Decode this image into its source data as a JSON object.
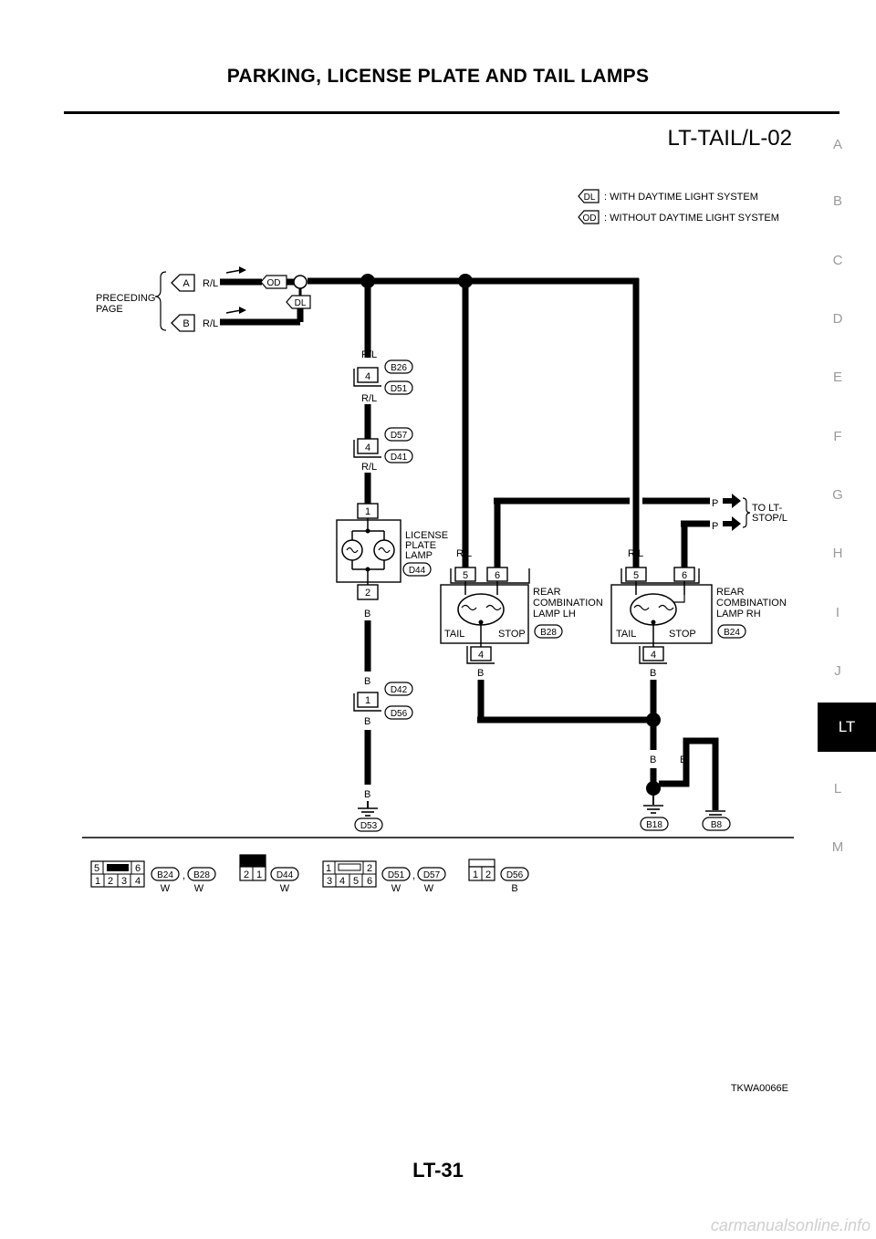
{
  "header": {
    "title": "PARKING, LICENSE PLATE AND TAIL LAMPS",
    "diagram_code": "LT-TAIL/L-02"
  },
  "side_index": {
    "letters": [
      "A",
      "B",
      "C",
      "D",
      "E",
      "F",
      "G",
      "H",
      "I",
      " J",
      "L",
      "M"
    ],
    "active_tab": "LT"
  },
  "legend": {
    "dl_badge": "DL",
    "dl_text": ": WITH DAYTIME LIGHT SYSTEM",
    "od_badge": "OD",
    "od_text": ": WITHOUT DAYTIME LIGHT SYSTEM"
  },
  "preceding": {
    "line1": "PRECEDING",
    "line2": "PAGE",
    "tag_a": "A",
    "tag_b": "B",
    "wire_a": "R/L",
    "wire_b": "R/L",
    "od_badge": "OD",
    "dl_badge": "DL"
  },
  "left_branch": {
    "wire_top": "R/L",
    "conn1_pin": "4",
    "conn1_a": "B26",
    "conn1_b": "D51",
    "wire_mid": "R/L",
    "conn2_pin": "4",
    "conn2_a": "D57",
    "conn2_b": "D41",
    "wire_low": "R/L",
    "lamp_label": [
      "LICENSE",
      "PLATE",
      "LAMP"
    ],
    "lamp_conn": "D44",
    "lamp_pin_in": "1",
    "lamp_pin_out": "2",
    "wire_b1": "B",
    "wire_b2": "B",
    "conn3_pin": "1",
    "conn3_a": "D42",
    "conn3_b": "D56",
    "wire_b3": "B",
    "wire_b4": "B",
    "ground": "D53"
  },
  "rear_lh": {
    "label": [
      "REAR",
      "COMBINATION",
      "LAMP LH"
    ],
    "conn": "B28",
    "wire_tail": "R/L",
    "wire_stop": "P",
    "pin_tail": "5",
    "pin_stop": "6",
    "tail": "TAIL",
    "stop": "STOP",
    "pin_gnd": "4",
    "wire_gnd": "B"
  },
  "rear_rh": {
    "label": [
      "REAR",
      "COMBINATION",
      "LAMP RH"
    ],
    "conn": "B24",
    "wire_tail": "R/L",
    "wire_stop": "P",
    "pin_tail": "5",
    "pin_stop": "6",
    "tail": "TAIL",
    "stop": "STOP",
    "pin_gnd": "4",
    "wire_gnd": "B"
  },
  "to_stop": {
    "wire1": "P",
    "wire2": "P",
    "label": [
      "TO LT-",
      "STOP/L"
    ]
  },
  "grounds": {
    "b18": "B18",
    "b8": "B8",
    "wire1": "B",
    "wire2": "B",
    "wire3": "B"
  },
  "connector_views": {
    "c1": {
      "pins_top": [
        "5",
        "6"
      ],
      "pins_bottom": [
        "1",
        "2",
        "3",
        "4"
      ],
      "ids": [
        "B24",
        "B28"
      ],
      "sep": ",",
      "colors": [
        "W",
        "W"
      ]
    },
    "c2": {
      "pins": [
        "2",
        "1"
      ],
      "id": "D44",
      "color": "W"
    },
    "c3": {
      "pins_top": [
        "1",
        "2"
      ],
      "pins_bottom": [
        "3",
        "4",
        "5",
        "6"
      ],
      "ids": [
        "D51",
        "D57"
      ],
      "sep": ",",
      "colors": [
        "W",
        "W"
      ]
    },
    "c4": {
      "pins": [
        "1",
        "2"
      ],
      "id": "D56",
      "color": "B"
    }
  },
  "footer": {
    "drawing_id": "TKWA0066E",
    "page_number": "LT-31",
    "watermark": "carmanualsonline.info"
  }
}
